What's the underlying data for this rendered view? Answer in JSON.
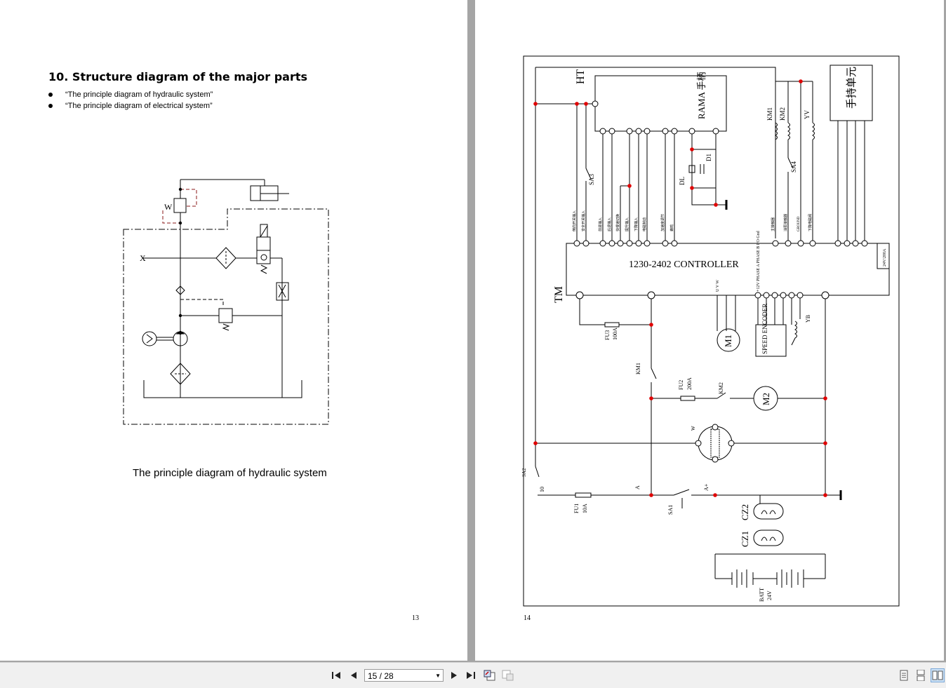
{
  "left_page": {
    "heading": "10. Structure diagram of the major parts",
    "bullets": [
      "“The principle diagram of hydraulic system”",
      "“The principle diagram of electrical system”"
    ],
    "hydraulic_label_w": "W",
    "hydraulic_label_x": "X",
    "caption": "The principle diagram of hydraulic system",
    "page_number": "13"
  },
  "right_page": {
    "page_number": "14",
    "schematic": {
      "ht": "HT",
      "tm": "TM",
      "handle": "RAMA 手柄",
      "handheld": "手持单元",
      "controller": "1230-2402 CONTROLLER",
      "controller_side": "24V/200A",
      "km1": "KM1",
      "km2": "KM2",
      "yv": "YV",
      "sa3": "SA3",
      "sa4": "SA4",
      "sa1": "SA1",
      "sa2": "SA2",
      "dl": "DL",
      "d1": "D1",
      "fu1": "FU1",
      "fu1_rating": "10A",
      "fu2": "FU2",
      "fu2_rating": "200A",
      "fu3": "FU3",
      "fu3_rating": "100A",
      "km1_contact": "KM1",
      "km2_contact": "KM2",
      "m1": "M1",
      "m2": "M2",
      "w": "W",
      "speed_encoder": "SPEED ENCODER",
      "yb": "YB",
      "cz1": "CZ1",
      "cz2": "CZ2",
      "batt": "BATT",
      "batt_v": "24V",
      "terminal_10": "10",
      "terminal_a": "A",
      "terminal_aplus": "A+",
      "motor_pins": "U V W",
      "encoder_pins": "+12V PHASE A PHASE B I/O Gnd",
      "pin_labels": [
        "倒向开关输入",
        "安全开关输入",
        "前进输入",
        "后退输入",
        "快慢速切换",
        "提升输入",
        "下降输入",
        "电磁制动",
        "加速度调节",
        "蜂鸣",
        "主接触器",
        "油泵接触器",
        "GROUND",
        "下降电磁阀"
      ]
    }
  },
  "toolbar": {
    "page_indicator": "15 / 28"
  },
  "colors": {
    "node": "#e00000",
    "hydraulic_dash": "#8b1a1a"
  }
}
